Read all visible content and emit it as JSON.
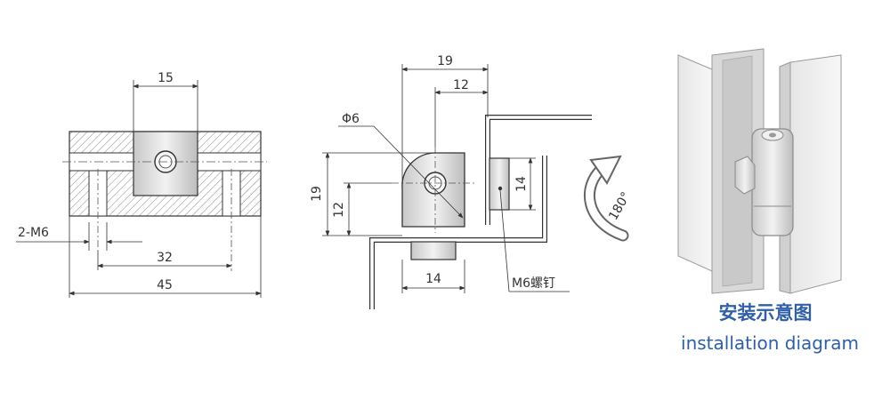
{
  "front_view": {
    "dim_top": "15",
    "dim_thread": "2-M6",
    "dim_spacing": "32",
    "dim_total": "45"
  },
  "side_view": {
    "dim_width_outer": "19",
    "dim_width_inner": "12",
    "dim_diameter": "Φ6",
    "dim_height_outer": "19",
    "dim_height_inner": "12",
    "dim_right": "14",
    "dim_bottom": "14",
    "screw_label": "M6螺钉"
  },
  "rotation_label": "180°",
  "caption": {
    "zh": "安装示意图",
    "en": "installation diagram"
  },
  "colors": {
    "caption": "#2f5fa6",
    "line": "#333333",
    "hatch": "#8a8a8a",
    "metal": "#dcdcdc"
  }
}
